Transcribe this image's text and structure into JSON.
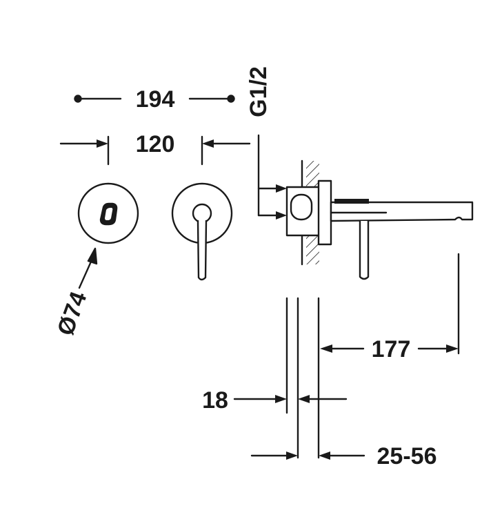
{
  "dimensions": {
    "overall_width": "194",
    "plate_spacing": "120",
    "thread": "G1/2",
    "plate_diameter": "Ø74",
    "spout_projection": "177",
    "wall_offset": "18",
    "wall_range": "25-56"
  },
  "colors": {
    "line": "#1a1a1a",
    "background": "#ffffff"
  }
}
